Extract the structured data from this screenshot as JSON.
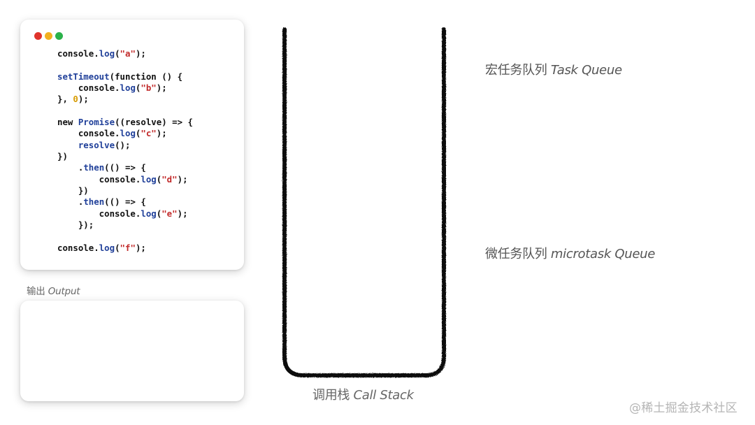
{
  "window_controls": [
    {
      "name": "close",
      "color": "#e0332b"
    },
    {
      "name": "minimize",
      "color": "#f2b01f"
    },
    {
      "name": "zoom",
      "color": "#2bb24a"
    }
  ],
  "token_colors": {
    "plain": "#111111",
    "fn": "#1f3f99",
    "str": "#c22b2b",
    "num": "#d79b00"
  },
  "code_lines": [
    [
      [
        "plain",
        "console."
      ],
      [
        "fn",
        "log"
      ],
      [
        "plain",
        "("
      ],
      [
        "str",
        "\"a\""
      ],
      [
        "plain",
        ");"
      ]
    ],
    [],
    [
      [
        "fn",
        "setTimeout"
      ],
      [
        "plain",
        "(function () {"
      ]
    ],
    [
      [
        "plain",
        "    console."
      ],
      [
        "fn",
        "log"
      ],
      [
        "plain",
        "("
      ],
      [
        "str",
        "\"b\""
      ],
      [
        "plain",
        ");"
      ]
    ],
    [
      [
        "plain",
        "}, "
      ],
      [
        "num",
        "0"
      ],
      [
        "plain",
        ");"
      ]
    ],
    [],
    [
      [
        "plain",
        "new "
      ],
      [
        "fn",
        "Promise"
      ],
      [
        "plain",
        "((resolve) => {"
      ]
    ],
    [
      [
        "plain",
        "    console."
      ],
      [
        "fn",
        "log"
      ],
      [
        "plain",
        "("
      ],
      [
        "str",
        "\"c\""
      ],
      [
        "plain",
        ");"
      ]
    ],
    [
      [
        "plain",
        "    "
      ],
      [
        "fn",
        "resolve"
      ],
      [
        "plain",
        "();"
      ]
    ],
    [
      [
        "plain",
        "})"
      ]
    ],
    [
      [
        "plain",
        "    ."
      ],
      [
        "fn",
        "then"
      ],
      [
        "plain",
        "(() => {"
      ]
    ],
    [
      [
        "plain",
        "        console."
      ],
      [
        "fn",
        "log"
      ],
      [
        "plain",
        "("
      ],
      [
        "str",
        "\"d\""
      ],
      [
        "plain",
        ");"
      ]
    ],
    [
      [
        "plain",
        "    })"
      ]
    ],
    [
      [
        "plain",
        "    ."
      ],
      [
        "fn",
        "then"
      ],
      [
        "plain",
        "(() => {"
      ]
    ],
    [
      [
        "plain",
        "        console."
      ],
      [
        "fn",
        "log"
      ],
      [
        "plain",
        "("
      ],
      [
        "str",
        "\"e\""
      ],
      [
        "plain",
        ");"
      ]
    ],
    [
      [
        "plain",
        "    });"
      ]
    ],
    [],
    [
      [
        "plain",
        "console."
      ],
      [
        "fn",
        "log"
      ],
      [
        "plain",
        "("
      ],
      [
        "str",
        "\"f\""
      ],
      [
        "plain",
        ");"
      ]
    ]
  ],
  "output": {
    "label_cn": "输出",
    "label_en": "Output"
  },
  "call_stack": {
    "label_cn": "调用栈",
    "label_en": "Call Stack"
  },
  "task_queue": {
    "label_cn": "宏任务队列",
    "label_en": "Task Queue"
  },
  "microtask_queue": {
    "label_cn": "微任务队列",
    "label_en": "microtask Queue"
  },
  "watermark": "@稀土掘金技术社区",
  "stroke_color": "#111111"
}
